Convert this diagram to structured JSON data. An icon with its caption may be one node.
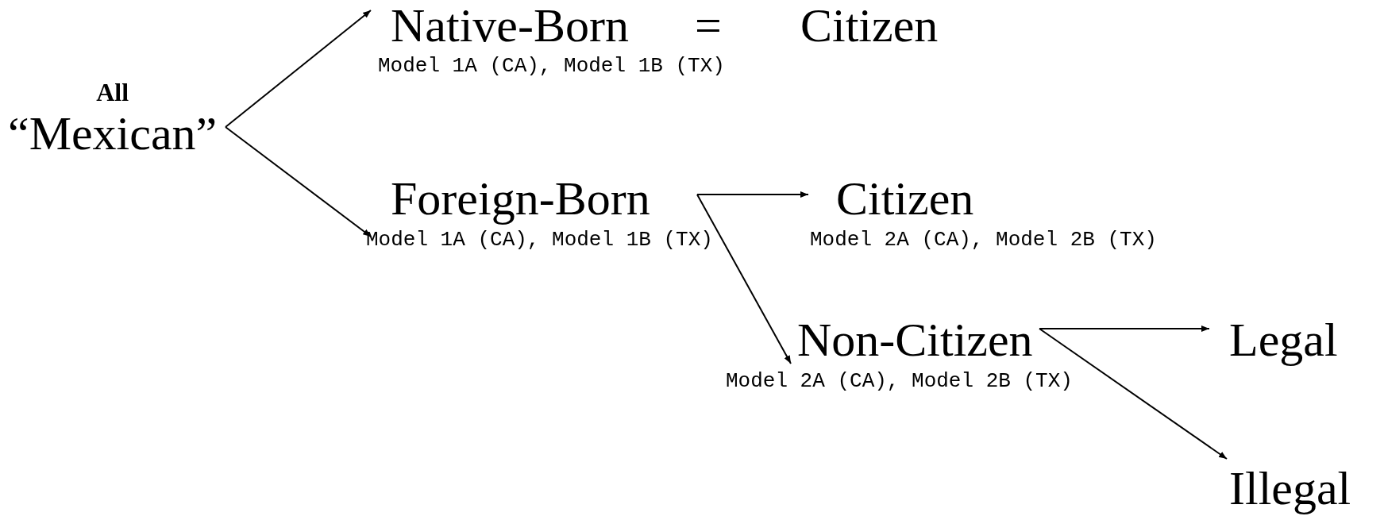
{
  "diagram": {
    "nodes": [
      {
        "text": [
          "All",
          "“Mexican”"
        ]
      },
      {
        "text": [
          "Native-Born"
        ],
        "beside": [
          "Model 1A (CA), Model 1B (TX)"
        ]
      },
      {
        "text": [
          "Foreign-Born"
        ],
        "beside": [
          "Model 1A (CA), Model 1B (TX)"
        ]
      },
      {
        "text": [
          "Citizen"
        ],
        "beside": [
          "Model 2A (CA), Model 2B (TX)"
        ]
      },
      {
        "text": [
          "Non-Citizen"
        ],
        "beside": [
          "Model 2A (CA), Model 2B (TX)"
        ]
      },
      {
        "text": [
          "Legal"
        ]
      },
      {
        "text": [
          "Illegal"
        ]
      }
    ],
    "edges": [
      {
        "from": 0,
        "to": 1,
        "arrow": "to"
      },
      {
        "from": 0,
        "to": 2,
        "arrow": "to"
      },
      {
        "from": 2,
        "to": 3,
        "arrow": "to"
      },
      {
        "from": 2,
        "to": 4,
        "arrow": "to"
      },
      {
        "from": 4,
        "to": 5,
        "arrow": "to"
      },
      {
        "from": 4,
        "to": 6,
        "arrow": "to"
      }
    ],
    "labels": [
      "=",
      "Citizen"
    ]
  }
}
